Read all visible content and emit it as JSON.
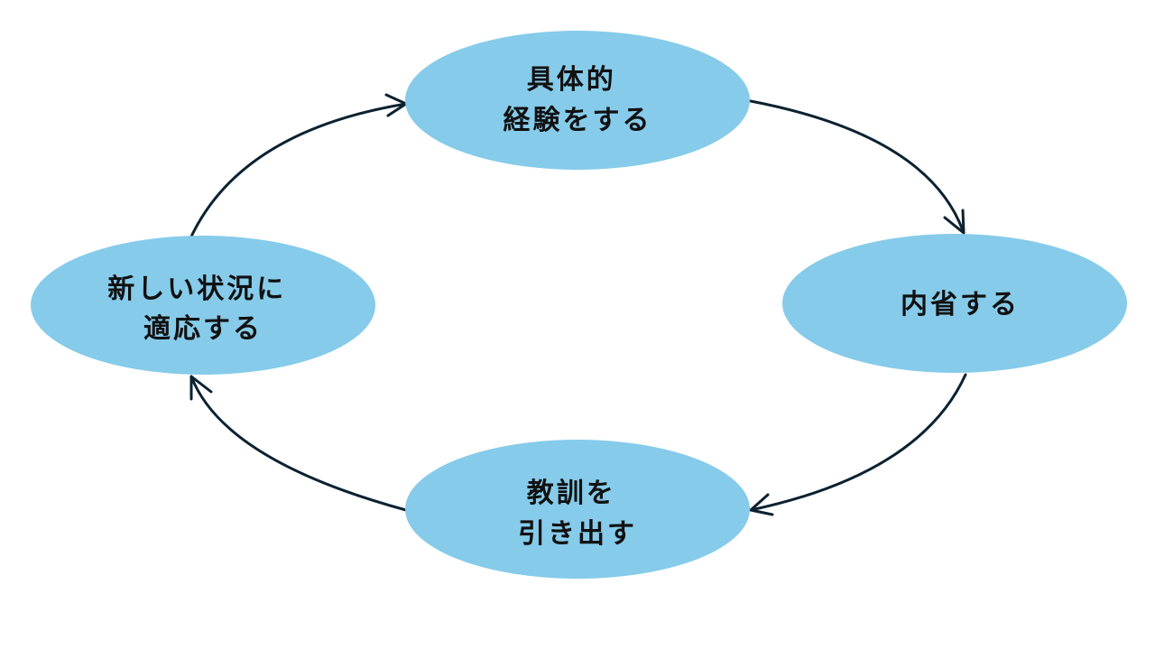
{
  "diagram": {
    "type": "cycle",
    "fill_color": "#86cbea",
    "arrow_color": "#0b2230",
    "text_color": "#111111",
    "nodes": [
      {
        "id": "experience",
        "lines": [
          "具体的",
          "経験をする"
        ]
      },
      {
        "id": "reflect",
        "lines": [
          "内省する"
        ]
      },
      {
        "id": "lesson",
        "lines": [
          "教訓を",
          "引き出す"
        ]
      },
      {
        "id": "adapt",
        "lines": [
          "新しい状況に",
          "適応する"
        ]
      }
    ],
    "edges": [
      {
        "from": "experience",
        "to": "reflect"
      },
      {
        "from": "reflect",
        "to": "lesson"
      },
      {
        "from": "lesson",
        "to": "adapt"
      },
      {
        "from": "adapt",
        "to": "experience"
      }
    ]
  }
}
